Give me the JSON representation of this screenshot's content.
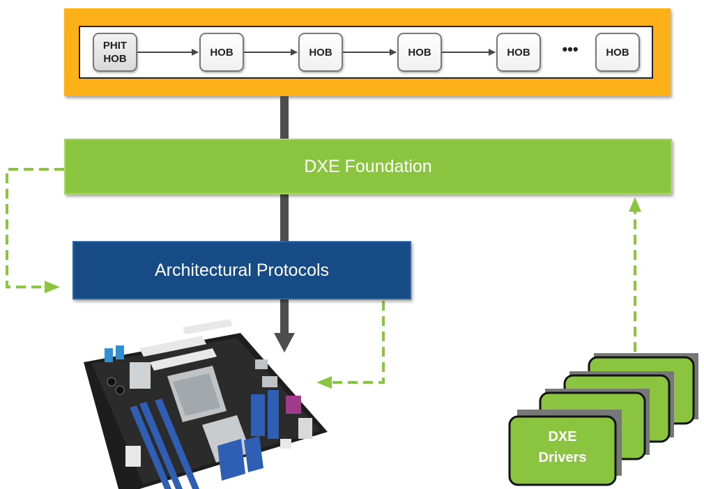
{
  "hob_list": {
    "items": [
      "PHIT\nHOB",
      "HOB",
      "HOB",
      "HOB",
      "HOB",
      "HOB"
    ],
    "ellipsis": "•••"
  },
  "dxe_foundation": {
    "label": "DXE Foundation"
  },
  "architectural_protocols": {
    "label": "Architectural Protocols"
  },
  "dxe_drivers": {
    "label": "DXE\nDrivers"
  },
  "colors": {
    "hob_frame": "#fbb117",
    "foundation": "#8bc540",
    "protocols": "#174b86",
    "dashed_arrow": "#8bc540",
    "connector": "#4d4d4d"
  }
}
